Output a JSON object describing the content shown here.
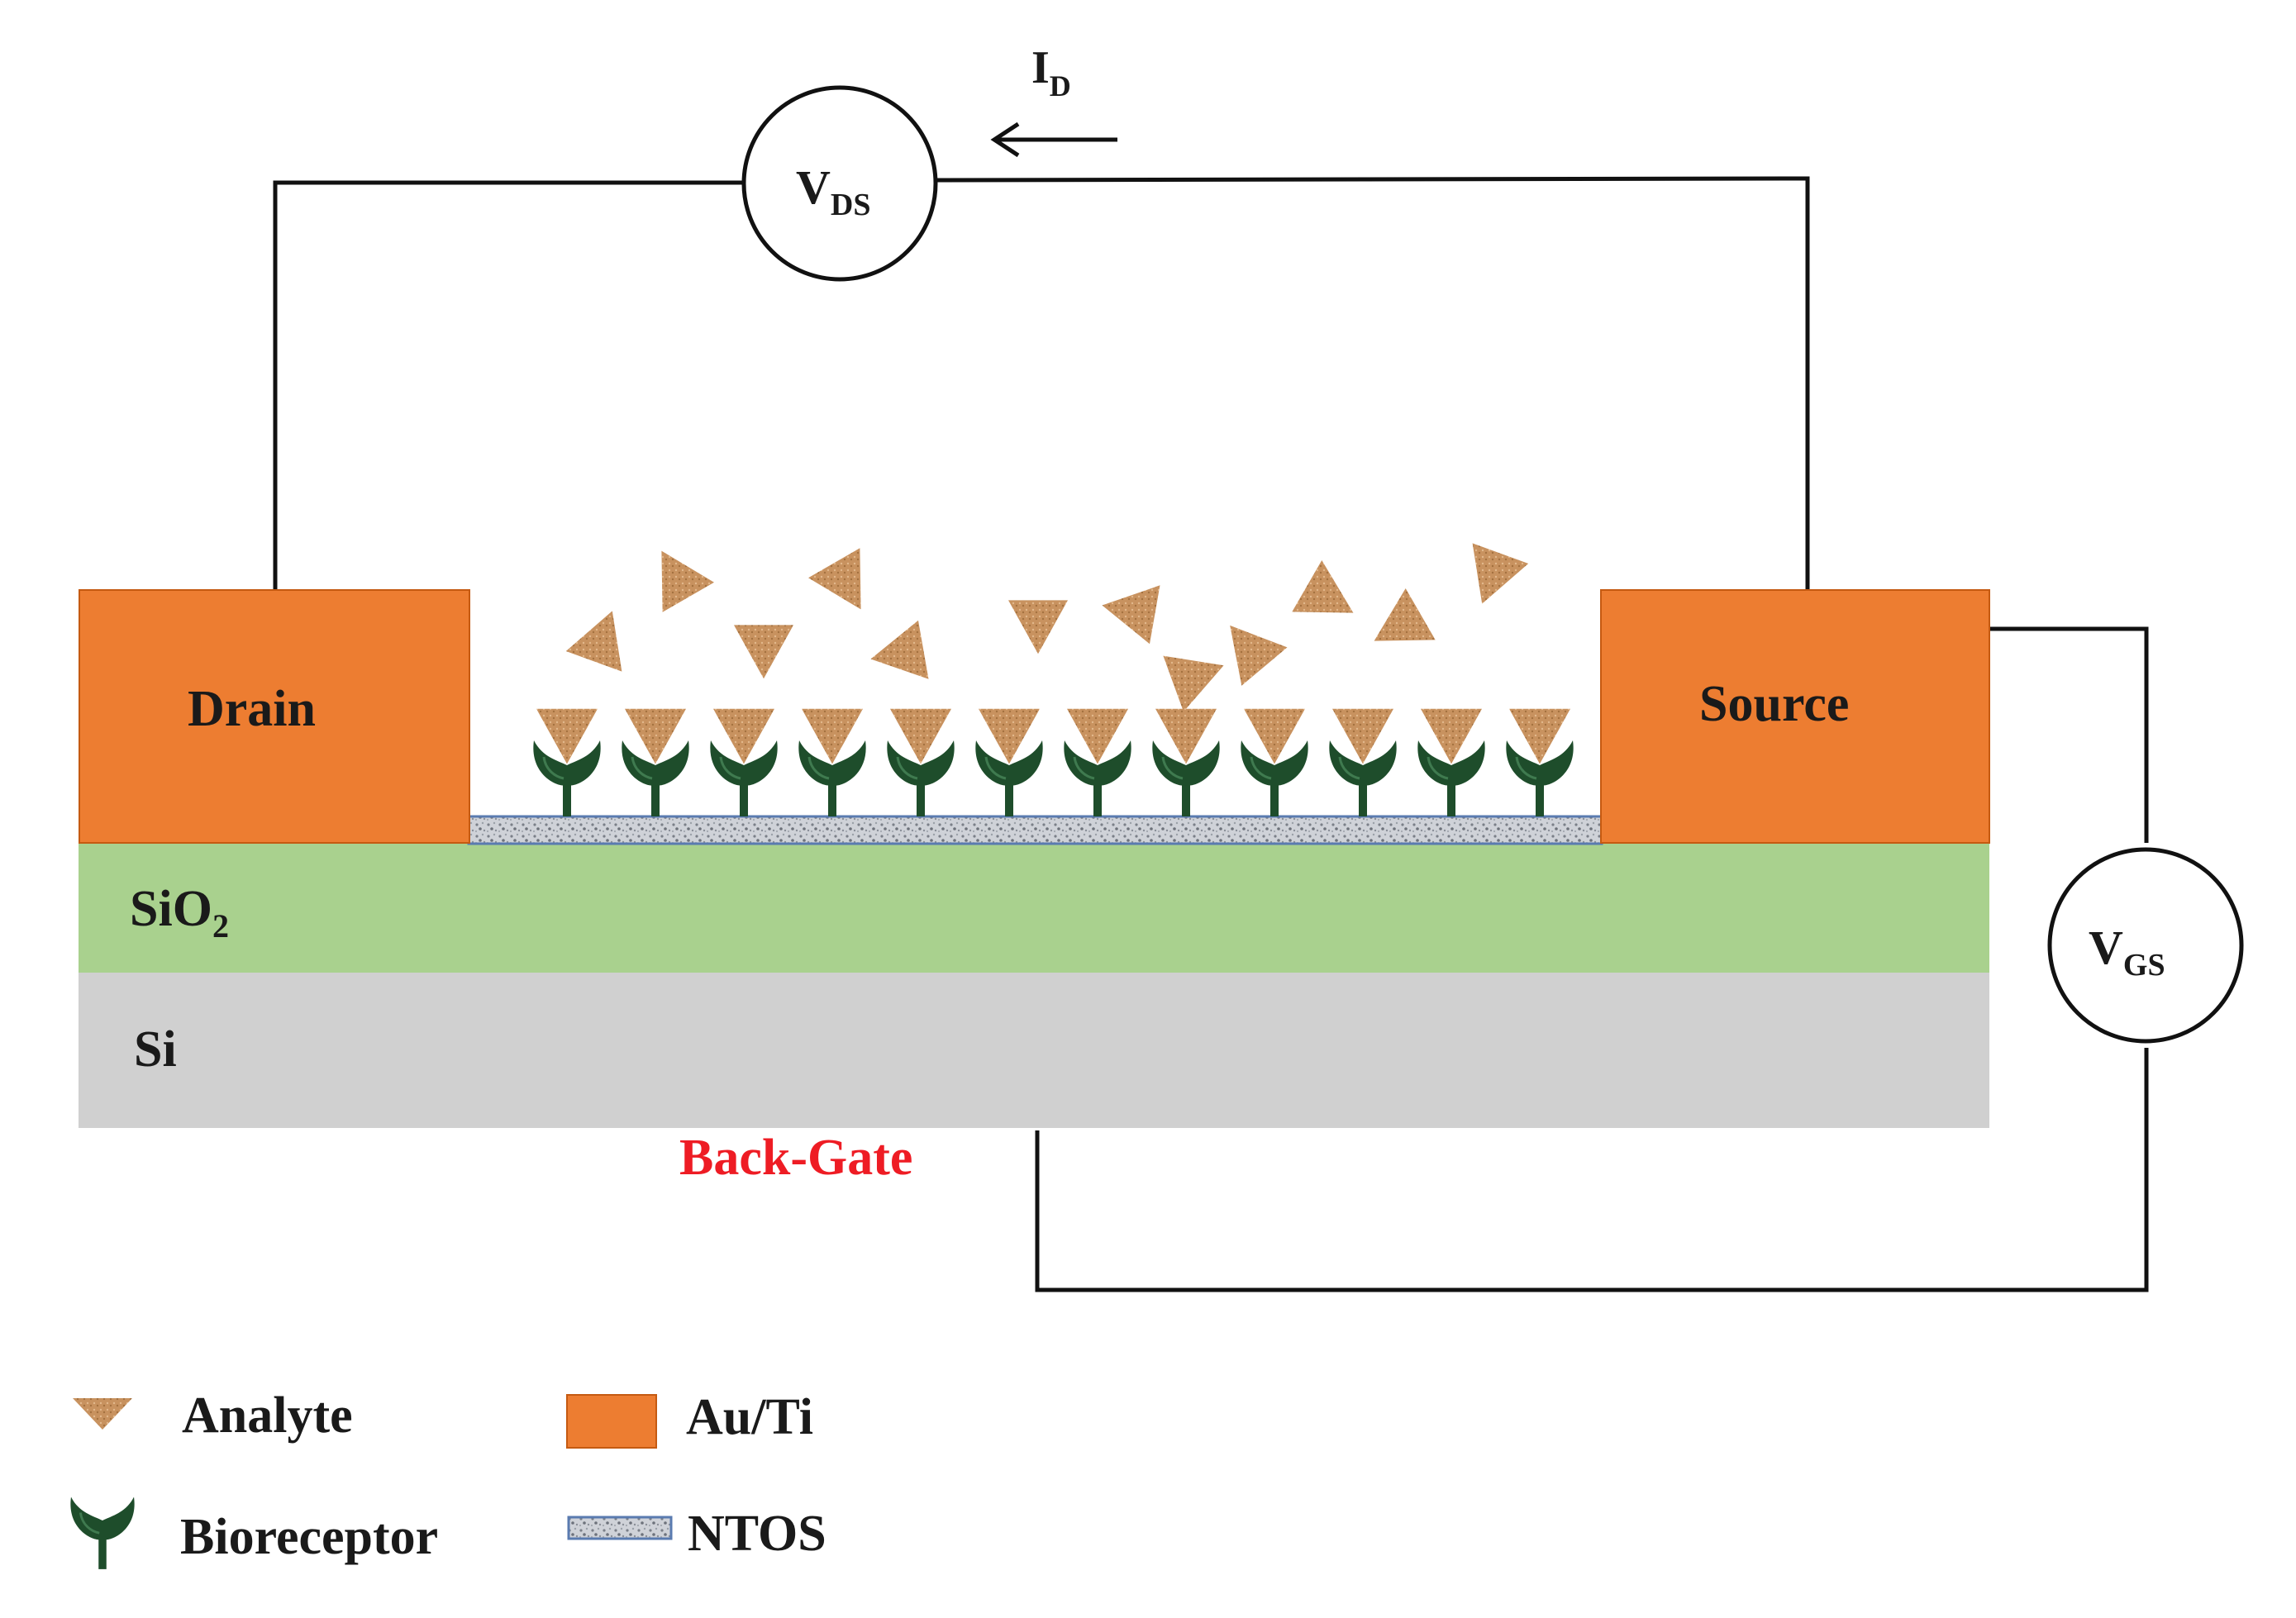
{
  "labels": {
    "drain": "Drain",
    "source": "Source",
    "sio2_main": "SiO",
    "sio2_sub": "2",
    "si": "Si",
    "back_gate": "Back-Gate",
    "vds_main": "V",
    "vds_sub": "DS",
    "vgs_main": "V",
    "vgs_sub": "GS",
    "id_main": "I",
    "id_sub": "D"
  },
  "legend": {
    "analyte": "Analyte",
    "bioreceptor": "Bioreceptor",
    "au_ti": "Au/Ti",
    "ntos": "NTOS"
  },
  "colors": {
    "electrode": "#ed7d31",
    "sio2": "#a9d18e",
    "si": "#d0d0d0",
    "analyte": "#c8925f",
    "bioreceptor": "#1e4d2b",
    "ntos": "#c9cdd6",
    "ntos_border": "#5a7bb0",
    "back_gate_text": "#ee1c24",
    "wire": "#111111"
  },
  "bioreceptor_count": 12,
  "free_analyte_count": 12
}
